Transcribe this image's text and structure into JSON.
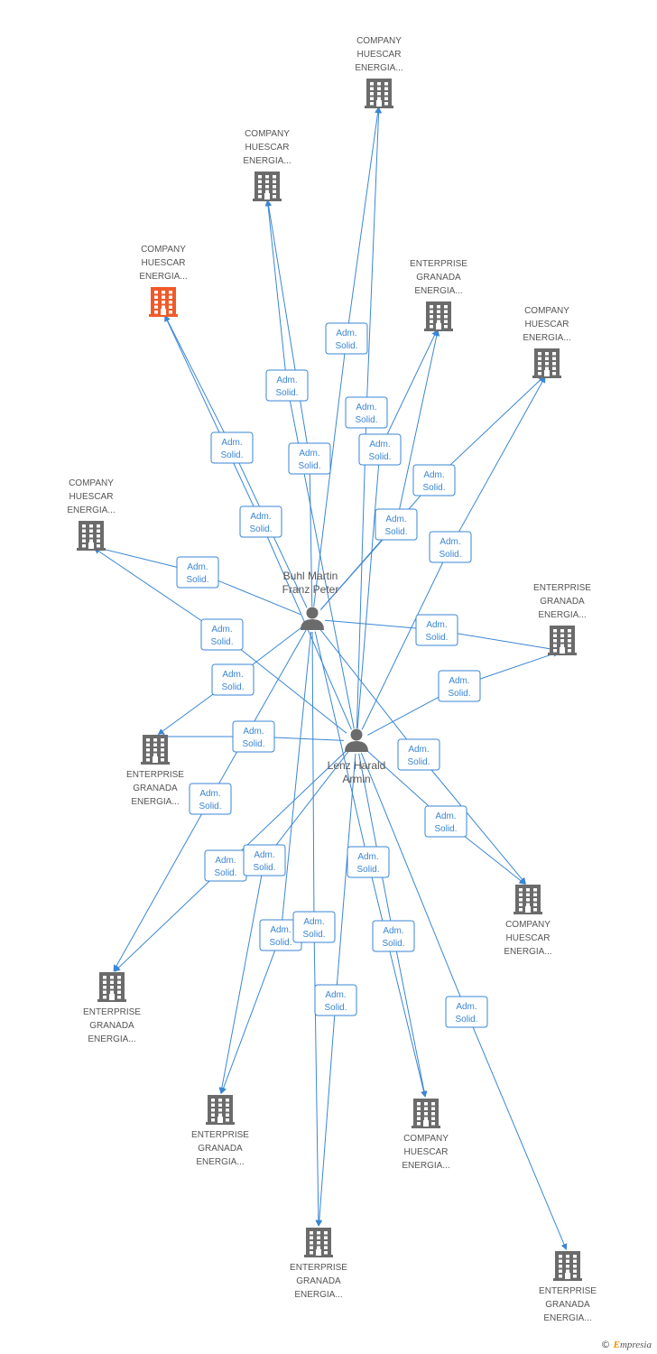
{
  "edge_label": [
    "Adm.",
    "Solid."
  ],
  "colors": {
    "edge": "#3a86d4",
    "building": "#6b6b6b",
    "building_highlight": "#f05a28",
    "person": "#6b6b6b"
  },
  "persons": [
    {
      "id": "buhl",
      "name": [
        "Buhl Martin",
        "Franz Peter"
      ]
    },
    {
      "id": "lenz",
      "name": [
        "Lenz Harald",
        "Armin"
      ]
    }
  ],
  "companies": [
    {
      "id": "c1",
      "name": [
        "COMPANY",
        "HUESCAR",
        "ENERGIA..."
      ],
      "highlight": false
    },
    {
      "id": "c2",
      "name": [
        "COMPANY",
        "HUESCAR",
        "ENERGIA..."
      ],
      "highlight": false
    },
    {
      "id": "c3",
      "name": [
        "COMPANY",
        "HUESCAR",
        "ENERGIA..."
      ],
      "highlight": true
    },
    {
      "id": "c4",
      "name": [
        "ENTERPRISE",
        "GRANADA",
        "ENERGIA..."
      ],
      "highlight": false
    },
    {
      "id": "c5",
      "name": [
        "COMPANY",
        "HUESCAR",
        "ENERGIA..."
      ],
      "highlight": false
    },
    {
      "id": "c6",
      "name": [
        "COMPANY",
        "HUESCAR",
        "ENERGIA..."
      ],
      "highlight": false
    },
    {
      "id": "c7",
      "name": [
        "ENTERPRISE",
        "GRANADA",
        "ENERGIA..."
      ],
      "highlight": false
    },
    {
      "id": "c8",
      "name": [
        "ENTERPRISE",
        "GRANADA",
        "ENERGIA..."
      ],
      "highlight": false
    },
    {
      "id": "c9",
      "name": [
        "COMPANY",
        "HUESCAR",
        "ENERGIA..."
      ],
      "highlight": false
    },
    {
      "id": "c10",
      "name": [
        "ENTERPRISE",
        "GRANADA",
        "ENERGIA..."
      ],
      "highlight": false
    },
    {
      "id": "c11",
      "name": [
        "ENTERPRISE",
        "GRANADA",
        "ENERGIA..."
      ],
      "highlight": false
    },
    {
      "id": "c12",
      "name": [
        "COMPANY",
        "HUESCAR",
        "ENERGIA..."
      ],
      "highlight": false
    },
    {
      "id": "c13",
      "name": [
        "ENTERPRISE",
        "GRANADA",
        "ENERGIA..."
      ],
      "highlight": false
    },
    {
      "id": "c14",
      "name": [
        "ENTERPRISE",
        "GRANADA",
        "ENERGIA..."
      ],
      "highlight": false
    }
  ],
  "edges": [
    {
      "from": "buhl",
      "to": "c1"
    },
    {
      "from": "lenz",
      "to": "c1"
    },
    {
      "from": "buhl",
      "to": "c2"
    },
    {
      "from": "lenz",
      "to": "c2"
    },
    {
      "from": "buhl",
      "to": "c3"
    },
    {
      "from": "lenz",
      "to": "c3"
    },
    {
      "from": "buhl",
      "to": "c4"
    },
    {
      "from": "lenz",
      "to": "c4"
    },
    {
      "from": "buhl",
      "to": "c5"
    },
    {
      "from": "lenz",
      "to": "c5"
    },
    {
      "from": "buhl",
      "to": "c6"
    },
    {
      "from": "lenz",
      "to": "c6"
    },
    {
      "from": "buhl",
      "to": "c7"
    },
    {
      "from": "lenz",
      "to": "c7"
    },
    {
      "from": "buhl",
      "to": "c8"
    },
    {
      "from": "lenz",
      "to": "c8"
    },
    {
      "from": "buhl",
      "to": "c9"
    },
    {
      "from": "lenz",
      "to": "c9"
    },
    {
      "from": "buhl",
      "to": "c10"
    },
    {
      "from": "lenz",
      "to": "c10"
    },
    {
      "from": "buhl",
      "to": "c11"
    },
    {
      "from": "lenz",
      "to": "c11"
    },
    {
      "from": "buhl",
      "to": "c12"
    },
    {
      "from": "lenz",
      "to": "c12"
    },
    {
      "from": "buhl",
      "to": "c13"
    },
    {
      "from": "lenz",
      "to": "c13"
    },
    {
      "from": "lenz",
      "to": "c14"
    }
  ],
  "footer": {
    "copyright": "©",
    "brand_initial": "E",
    "brand_rest": "mpresia"
  }
}
